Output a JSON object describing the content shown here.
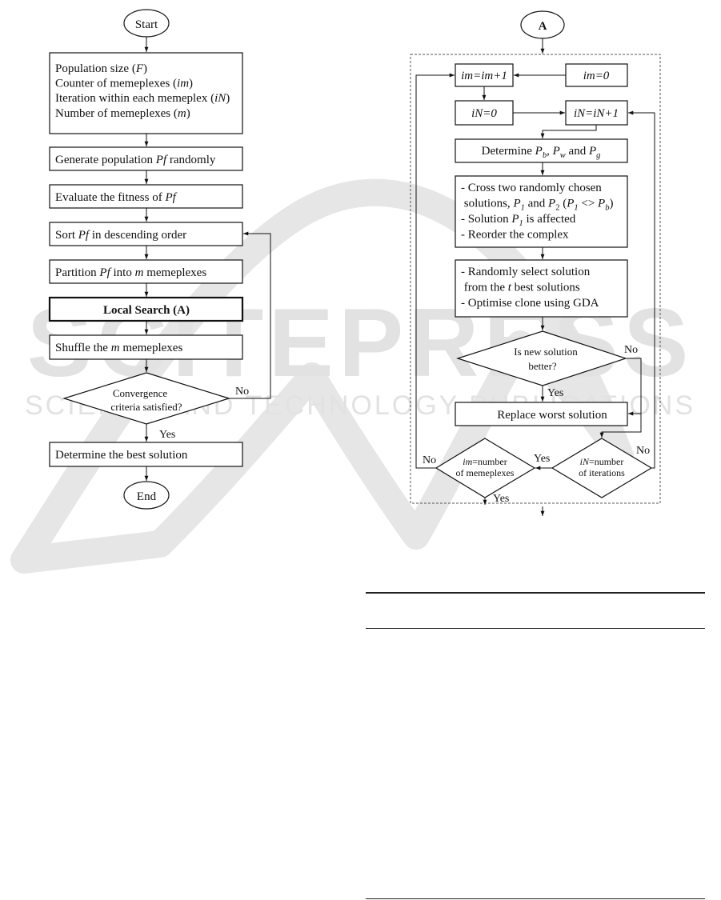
{
  "left_flow": {
    "start": "Start",
    "params": [
      [
        {
          "t": "Population size ("
        },
        {
          "t": "F",
          "i": true
        },
        {
          "t": ")"
        }
      ],
      [
        {
          "t": "Counter of memeplexes ("
        },
        {
          "t": "im",
          "i": true
        },
        {
          "t": ")"
        }
      ],
      [
        {
          "t": "Iteration within each memeplex ("
        },
        {
          "t": "iN",
          "i": true
        },
        {
          "t": ")"
        }
      ],
      [
        {
          "t": "Number of memeplexes ("
        },
        {
          "t": "m",
          "i": true
        },
        {
          "t": ")"
        }
      ]
    ],
    "generate": [
      {
        "t": "Generate population "
      },
      {
        "t": "Pf",
        "i": true
      },
      {
        "t": " randomly"
      }
    ],
    "evaluate": [
      {
        "t": "Evaluate the fitness of "
      },
      {
        "t": "Pf",
        "i": true
      }
    ],
    "sort": [
      {
        "t": "Sort "
      },
      {
        "t": "Pf",
        "i": true
      },
      {
        "t": " in descending order"
      }
    ],
    "partition": [
      {
        "t": "Partition "
      },
      {
        "t": "Pf",
        "i": true
      },
      {
        "t": " into "
      },
      {
        "t": "m",
        "i": true
      },
      {
        "t": " memeplexes"
      }
    ],
    "local_search": "Local Search (A)",
    "shuffle": [
      {
        "t": "Shuffle the "
      },
      {
        "t": "m",
        "i": true
      },
      {
        "t": " memeplexes"
      }
    ],
    "convergence": [
      "Convergence",
      "criteria satisfied?"
    ],
    "no": "No",
    "yes": "Yes",
    "best": "Determine the best solution",
    "end": "End"
  },
  "right_flow": {
    "connector": "A",
    "im_inc": "im=im+1",
    "im_zero": "im=0",
    "in_zero": "iN=0",
    "in_inc": "iN=iN+1",
    "determine": [
      {
        "t": "Determine "
      },
      {
        "t": "P",
        "i": true
      },
      {
        "t": "b",
        "i": true,
        "sub": true
      },
      {
        "t": ", "
      },
      {
        "t": "P",
        "i": true
      },
      {
        "t": "w",
        "i": true,
        "sub": true
      },
      {
        "t": " and "
      },
      {
        "t": "P",
        "i": true
      },
      {
        "t": "g",
        "i": true,
        "sub": true
      }
    ],
    "cross": [
      [
        {
          "t": "- Cross two randomly chosen"
        }
      ],
      [
        {
          "t": " solutions, "
        },
        {
          "t": "P",
          "i": true
        },
        {
          "t": "1",
          "i": true,
          "sub": true
        },
        {
          "t": " and "
        },
        {
          "t": "P",
          "i": true
        },
        {
          "t": "2",
          "sub": true
        },
        {
          "t": " ("
        },
        {
          "t": "P",
          "i": true
        },
        {
          "t": "1",
          "i": true,
          "sub": true
        },
        {
          "t": " <> "
        },
        {
          "t": "P",
          "i": true
        },
        {
          "t": "b",
          "i": true,
          "sub": true
        },
        {
          "t": ")"
        }
      ],
      [
        {
          "t": "- Solution "
        },
        {
          "t": "P",
          "i": true
        },
        {
          "t": "1",
          "i": true,
          "sub": true
        },
        {
          "t": " is affected"
        }
      ],
      [
        {
          "t": "- Reorder the complex"
        }
      ]
    ],
    "random_select": [
      [
        {
          "t": "- Randomly select solution"
        }
      ],
      [
        {
          "t": " from the "
        },
        {
          "t": "t",
          "i": true
        },
        {
          "t": " best solutions"
        }
      ],
      [
        {
          "t": "- Optimise clone using GDA"
        }
      ]
    ],
    "is_better": [
      "Is new solution",
      "better?"
    ],
    "replace": "Replace worst solution",
    "im_check": [
      [
        {
          "t": "im",
          "i": true
        },
        {
          "t": "=number"
        }
      ],
      [
        {
          "t": "of memeplexes"
        }
      ]
    ],
    "in_check": [
      [
        {
          "t": "iN",
          "i": true
        },
        {
          "t": "=number"
        }
      ],
      [
        {
          "t": "of iterations"
        }
      ]
    ],
    "no": "No",
    "yes": "Yes"
  },
  "watermark": {
    "brand": "SCITEPRESS",
    "tagline": "SCIENCE AND TECHNOLOGY PUBLICATIONS",
    "color": "#d2d2d2"
  }
}
